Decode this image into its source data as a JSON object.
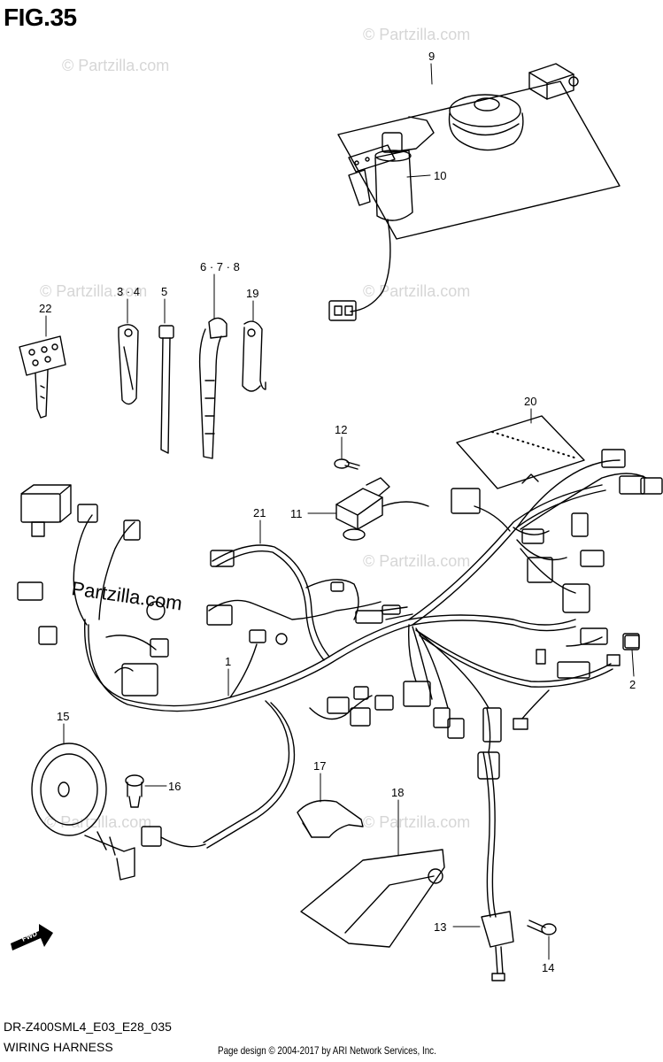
{
  "figure": {
    "title": "FIG.35",
    "model_code": "DR-Z400SML4_E03_E28_035",
    "section_name": "WIRING HARNESS",
    "credit": "Page design © 2004-2017 by ARI Network Services, Inc."
  },
  "watermarks": {
    "text": "© Partzilla.com",
    "main_text": "Partzilla.com"
  },
  "direction_badge": "FWD",
  "callouts": [
    {
      "id": "c9",
      "label": "9"
    },
    {
      "id": "c10",
      "label": "10"
    },
    {
      "id": "c22",
      "label": "22"
    },
    {
      "id": "c34",
      "label": "3 · 4"
    },
    {
      "id": "c5",
      "label": "5"
    },
    {
      "id": "c678",
      "label": "6 · 7 · 8"
    },
    {
      "id": "c19",
      "label": "19"
    },
    {
      "id": "c20",
      "label": "20"
    },
    {
      "id": "c12",
      "label": "12"
    },
    {
      "id": "c11",
      "label": "11"
    },
    {
      "id": "c21",
      "label": "21"
    },
    {
      "id": "c1",
      "label": "1"
    },
    {
      "id": "c2",
      "label": "2"
    },
    {
      "id": "c15",
      "label": "15"
    },
    {
      "id": "c16",
      "label": "16"
    },
    {
      "id": "c17",
      "label": "17"
    },
    {
      "id": "c18",
      "label": "18"
    },
    {
      "id": "c13",
      "label": "13"
    },
    {
      "id": "c14",
      "label": "14"
    }
  ]
}
